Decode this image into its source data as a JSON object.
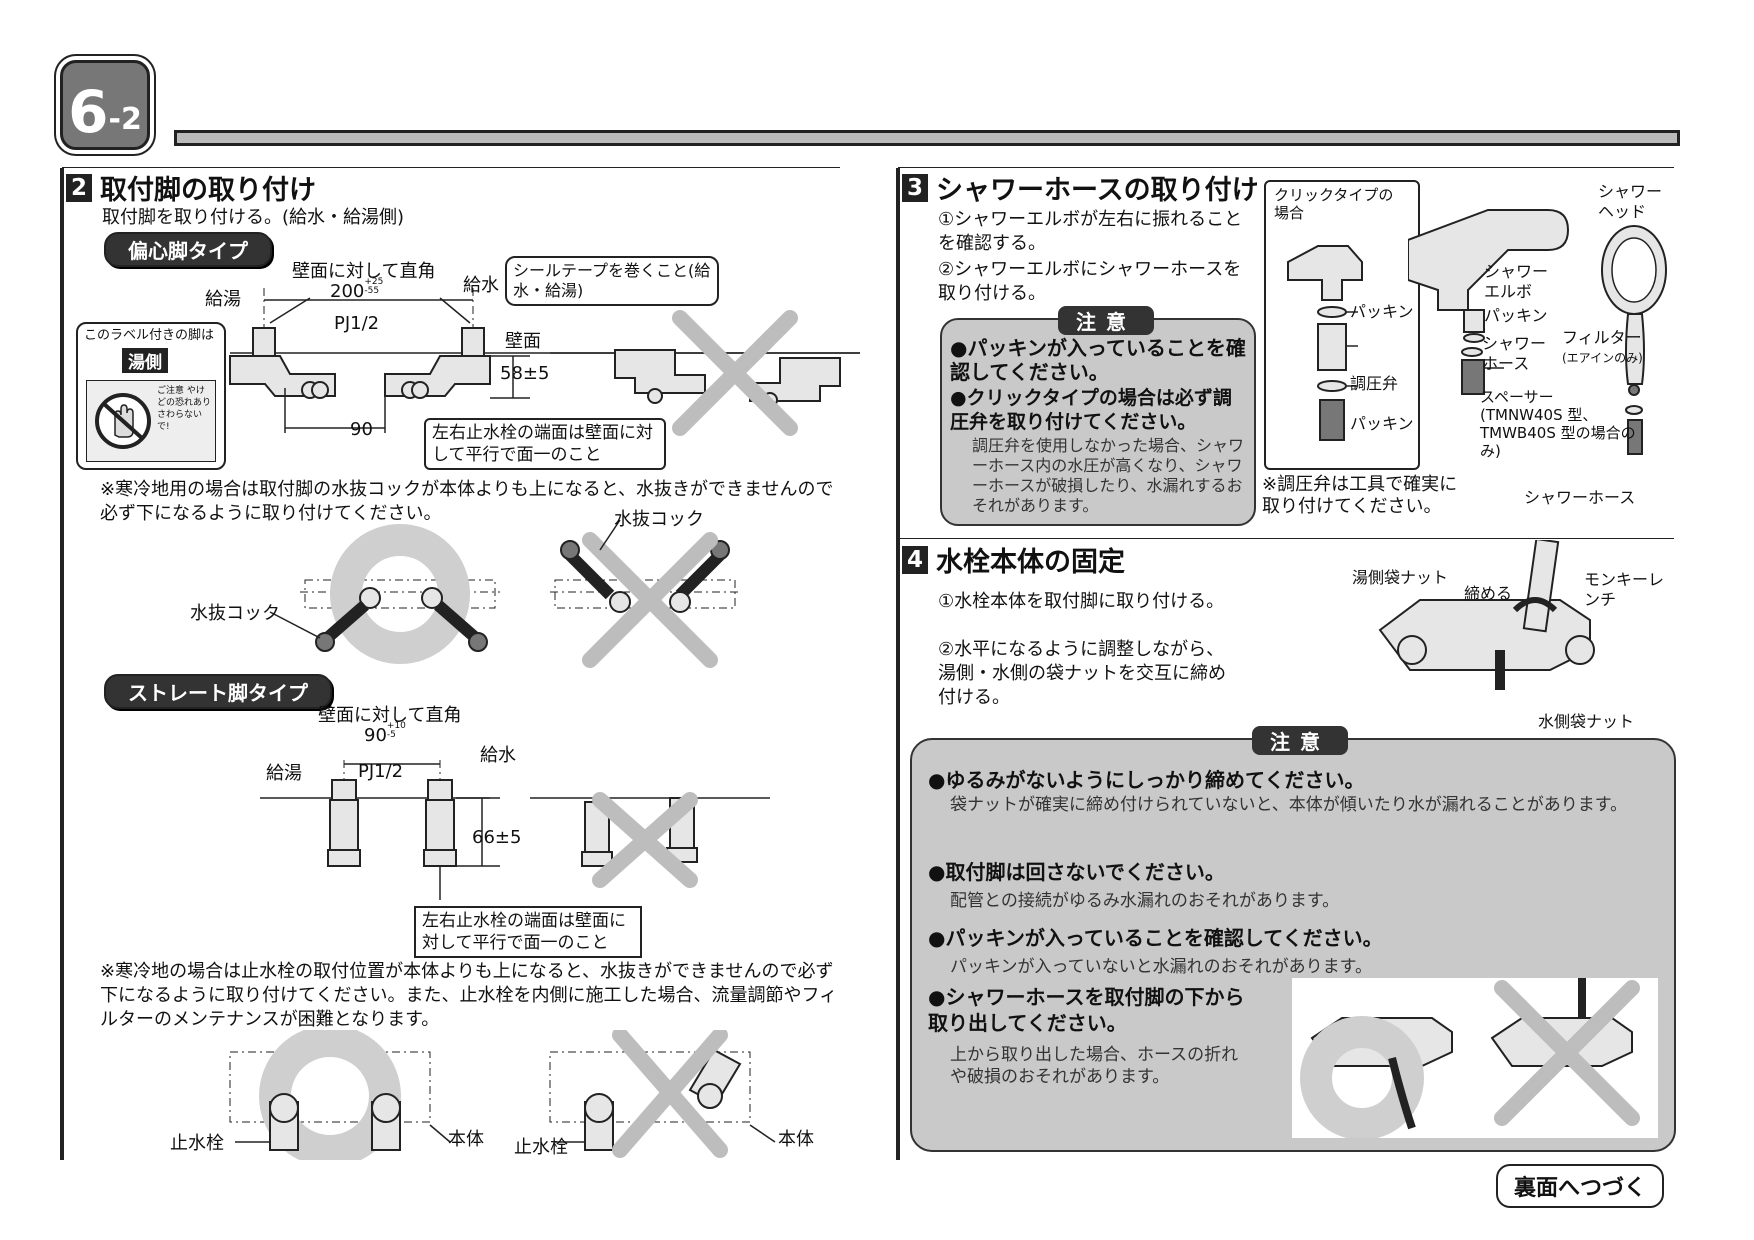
{
  "header": {
    "section_num": "6",
    "section_sub": "-2"
  },
  "s2": {
    "num": "2",
    "title": "取付脚の取り付け",
    "intro": "取付脚を取り付ける。(給水・給湯側)",
    "type1": "偏心脚タイプ",
    "label_hot": "給湯",
    "label_cold": "給水",
    "perp": "壁面に対して直角",
    "dim200": "200",
    "dim200_tol_upper": "+25",
    "dim200_tol_lower": "-55",
    "pj": "PJ1/2",
    "wall": "壁面",
    "dim58": "58±5",
    "dim90": "90",
    "seal_tape": "シールテープを巻くこと(給水・給湯)",
    "label_box_text": "このラベル付きの脚は",
    "label_box_badge": "湯側",
    "caution_sticker": "ご注意 やけどの恐れあり さわらないで!",
    "flush_note": "左右止水栓の端面は壁面に対して平行で面一のこと",
    "cold_note": "※寒冷地用の場合は取付脚の水抜コックが本体よりも上になると、水抜きができませんので必ず下になるように取り付けてください。",
    "drain_cock": "水抜コック",
    "type2": "ストレート脚タイプ",
    "dim90b": "90",
    "dim90b_tol_upper": "+10",
    "dim90b_tol_lower": "-5",
    "dim66": "66±5",
    "cold_note2": "※寒冷地の場合は止水栓の取付位置が本体よりも上になると、水抜きができませんので必ず下になるように取り付けてください。また、止水栓を内側に施工した場合、流量調節やフィルターのメンテナンスが困難となります。",
    "stop_valve": "止水栓",
    "body": "本体"
  },
  "s3": {
    "num": "3",
    "title": "シャワーホースの取り付け",
    "step1": "①シャワーエルボが左右に振れることを確認する。",
    "step2": "②シャワーエルボにシャワーホースを取り付ける。",
    "caution": "注意",
    "c1": "●パッキンが入っていることを確認してください。",
    "c2": "●クリックタイプの場合は必ず調圧弁を取り付けてください。",
    "c3": "調圧弁を使用しなかった場合、シャワーホース内の水圧が高くなり、シャワーホースが破損したり、水漏れするおそれがあります。",
    "click_type": "クリックタイプの場合",
    "packing": "パッキン",
    "pressure_valve": "調圧弁",
    "valve_note": "※調圧弁は工具で確実に取り付けてください。",
    "shower_elbow": "シャワーエルボ",
    "shower_hose": "シャワーホース",
    "shower_head": "シャワーヘッド",
    "filter": "フィルター",
    "filter_sub": "(エアインのみ)",
    "spacer": "スペーサー",
    "spacer_sub": "(TMNW40S 型、TMWB40S 型の場合のみ)"
  },
  "s4": {
    "num": "4",
    "title": "水栓本体の固定",
    "step1": "①水栓本体を取付脚に取り付ける。",
    "step2": "②水平になるように調整しながら、湯側・水側の袋ナットを交互に締め付ける。",
    "hot_nut": "湯側袋ナット",
    "tighten": "締める",
    "wrench": "モンキーレンチ",
    "cold_nut": "水側袋ナット",
    "caution": "注意",
    "n1_title": "●ゆるみがないようにしっかり締めてください。",
    "n1_body": "袋ナットが確実に締め付けられていないと、本体が傾いたり水が漏れることがあります。",
    "n2_title": "●取付脚は回さないでください。",
    "n2_body": "配管との接続がゆるみ水漏れのおそれがあります。",
    "n3_title": "●パッキンが入っていることを確認してください。",
    "n3_body": "パッキンが入っていないと水漏れのおそれがあります。",
    "n4_title": "●シャワーホースを取付脚の下から取り出してください。",
    "n4_body": "上から取り出した場合、ホースの折れや破損のおそれがあります。"
  },
  "footer": {
    "continue": "裏面へつづく"
  }
}
